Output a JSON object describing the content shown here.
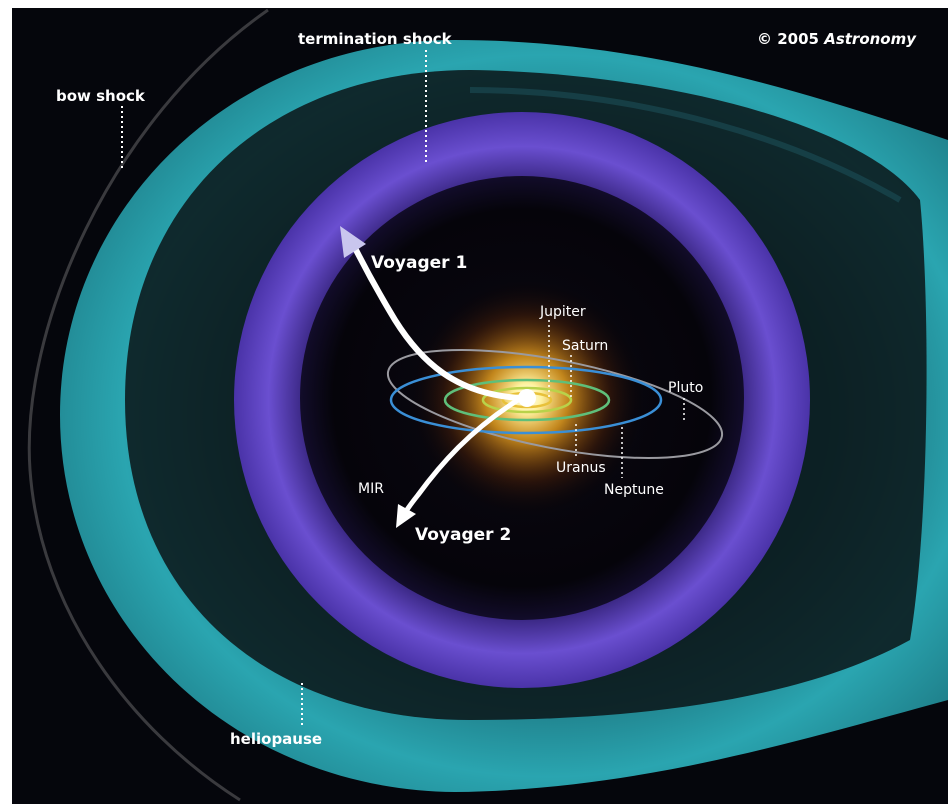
{
  "credit": {
    "prefix": "© 2005",
    "publication": "Astronomy"
  },
  "labels": {
    "termination_shock": "termination shock",
    "bow_shock": "bow shock",
    "heliopause": "heliopause",
    "voyager1": "Voyager 1",
    "voyager2": "Voyager 2",
    "mir": "MIR",
    "jupiter": "Jupiter",
    "saturn": "Saturn",
    "uranus": "Uranus",
    "neptune": "Neptune",
    "pluto": "Pluto"
  },
  "colors": {
    "space": "#05060c",
    "heliosheath": "#2aa5b0",
    "termination_shock_band": "#5b3fb8",
    "inner_heliosphere": "#05040a",
    "sun": "#ffd24a",
    "orbit_jupiter": "#e8c13a",
    "orbit_saturn": "#b9d24a",
    "orbit_uranus": "#5fbf7a",
    "orbit_neptune": "#3a8fd6",
    "orbit_pluto": "#9a9aa0",
    "label_text": "#ffffff"
  }
}
